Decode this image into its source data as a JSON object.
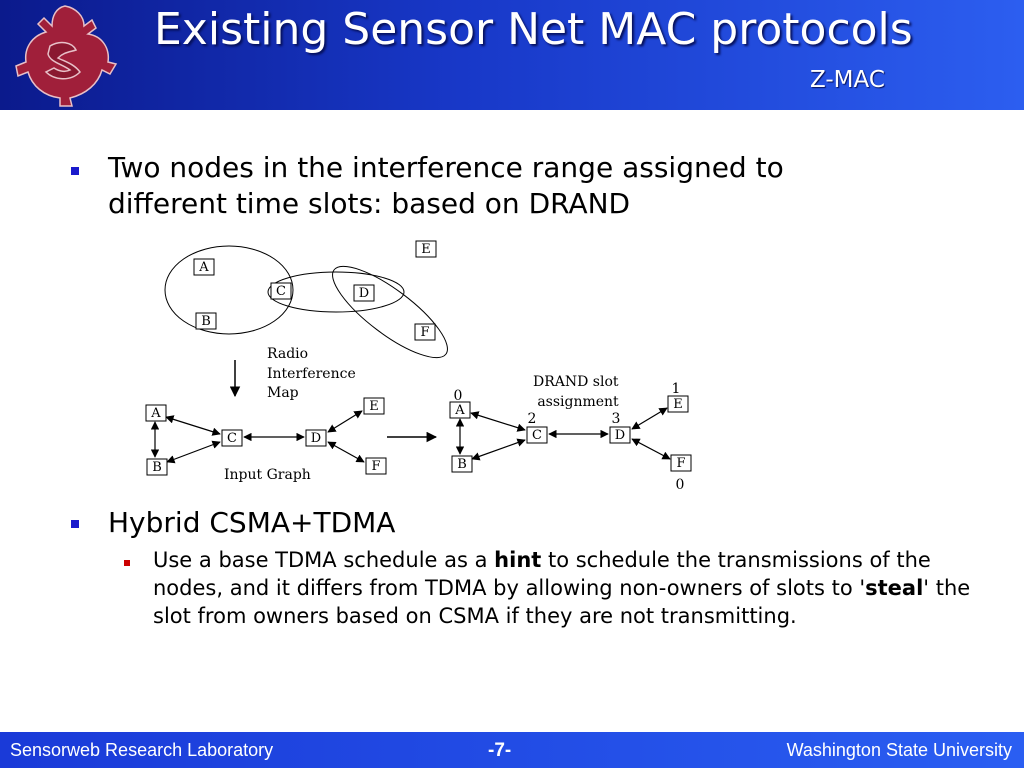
{
  "header": {
    "title": "Existing Sensor Net MAC protocols",
    "subtitle": "Z-MAC"
  },
  "bullets": [
    {
      "text": "Two nodes in the interference range assigned to different time slots: based on DRAND"
    },
    {
      "text": "Hybrid CSMA+TDMA"
    }
  ],
  "sub_bullet": {
    "part1": "Use a base TDMA schedule as a ",
    "bold1": "hint",
    "part2": " to schedule the transmissions of the nodes, and it differs from TDMA by allowing non-owners of slots to '",
    "bold2": "steal",
    "part3": "' the slot from owners based on CSMA if they are not transmitting."
  },
  "diagram": {
    "interference_map": {
      "nodes": [
        "A",
        "B",
        "C",
        "D",
        "E",
        "F"
      ]
    },
    "label_radio": [
      "Radio",
      "Interference",
      "Map"
    ],
    "input_graph": {
      "label": "Input Graph",
      "nodes": [
        "A",
        "B",
        "C",
        "D",
        "E",
        "F"
      ]
    },
    "drand": {
      "label": [
        "DRAND slot",
        "assignment"
      ],
      "nodes": [
        "A",
        "B",
        "C",
        "D",
        "E",
        "F"
      ],
      "slots": {
        "A": "0",
        "C": "2",
        "D": "3",
        "E": "1",
        "F": "0"
      }
    }
  },
  "footer": {
    "left": "Sensorweb Research Laboratory",
    "center": "-7-",
    "right": "Washington State University"
  },
  "colors": {
    "header": "#1838c8",
    "footer": "#2a5ef2",
    "logo": "#a01f3a",
    "bullet": "#1a1acc",
    "sub_bullet": "#cc0000"
  }
}
